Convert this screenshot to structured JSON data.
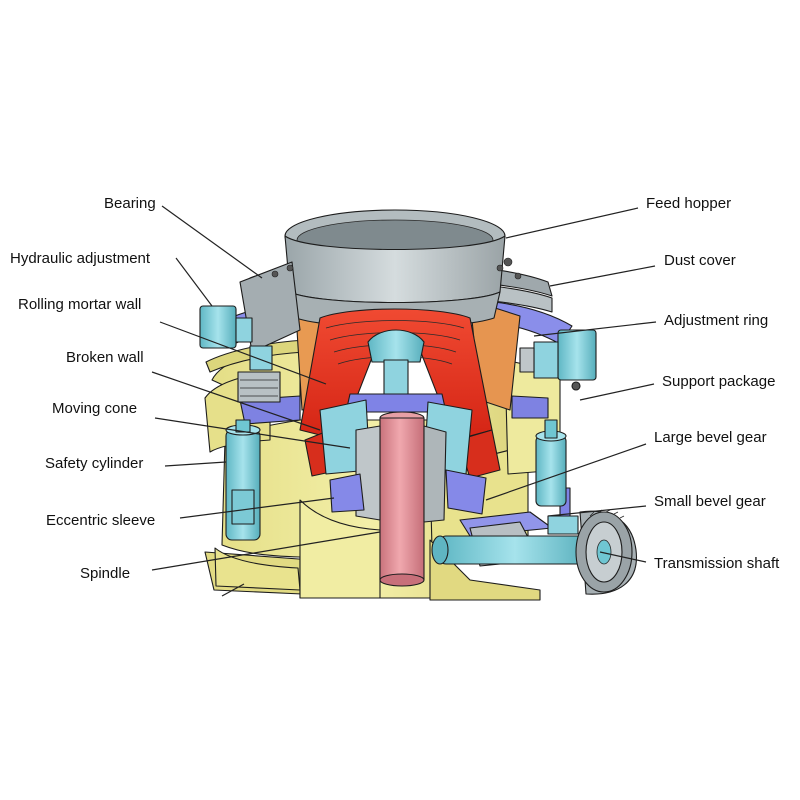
{
  "colors": {
    "frame": "#EDE895",
    "frame_dark": "#D8D27A",
    "hydraulic": "#8FD3DF",
    "purple": "#7F83E6",
    "red": "#E8321E",
    "orange": "#E79B55",
    "gray": "#B8C1C4",
    "shaft": "#D98B93",
    "teal": "#6FC6D2"
  },
  "labels_left": {
    "bearing": "Bearing",
    "hydraulic_adjustment": "Hydraulic adjustment",
    "rolling_mortar_wall": "Rolling mortar wall",
    "broken_wall": "Broken wall",
    "moving_cone": "Moving cone",
    "safety_cylinder": "Safety cylinder",
    "eccentric_sleeve": "Eccentric sleeve",
    "spindle": "Spindle"
  },
  "labels_right": {
    "feed_hopper": "Feed hopper",
    "dust_cover": "Dust cover",
    "adjustment_ring": "Adjustment ring",
    "support_package": "Support package",
    "large_bevel_gear": "Large bevel gear",
    "small_bevel_gear": "Small bevel gear",
    "transmission_shaft": "Transmission shaft"
  }
}
